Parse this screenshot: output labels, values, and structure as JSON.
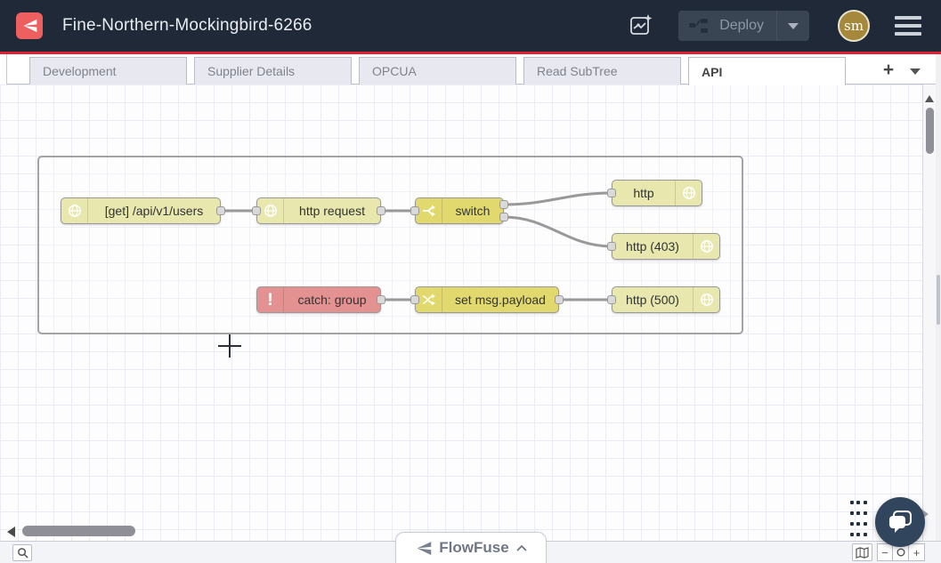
{
  "header": {
    "title": "Fine-Northern-Mockingbird-6266",
    "deploy": {
      "label": "Deploy",
      "enabled": false
    },
    "avatar": {
      "initials": "sm"
    }
  },
  "tabs": {
    "items": [
      {
        "label": "Development",
        "active": false
      },
      {
        "label": "Supplier Details",
        "active": false
      },
      {
        "label": "OPCUA",
        "active": false
      },
      {
        "label": "Read SubTree",
        "active": false
      },
      {
        "label": "API",
        "active": true
      }
    ],
    "add_label": "+"
  },
  "flow": {
    "nodes": [
      {
        "label": "[get] /api/v1/users",
        "type": "http in",
        "color": "#e7e7ae",
        "icon": "globe"
      },
      {
        "label": "http request",
        "type": "http request",
        "color": "#e7e7ae",
        "icon": "globe"
      },
      {
        "label": "switch",
        "type": "switch",
        "color": "#e2d96e",
        "icon": "fork"
      },
      {
        "label": "http",
        "type": "http response",
        "color": "#e7e7ae",
        "icon": "globe"
      },
      {
        "label": "http (403)",
        "type": "http response",
        "color": "#e7e7ae",
        "icon": "globe"
      },
      {
        "label": "catch: group",
        "type": "catch",
        "color": "#e49191",
        "icon": "exclamation"
      },
      {
        "label": "set msg.payload",
        "type": "change",
        "color": "#e2d96e",
        "icon": "shuffle"
      },
      {
        "label": "http (500)",
        "type": "http response",
        "color": "#e7e7ae",
        "icon": "globe"
      }
    ],
    "wires": [
      "[get] /api/v1/users -> http request",
      "http request -> switch",
      "switch:1 -> http",
      "switch:2 -> http (403)",
      "catch: group -> set msg.payload",
      "set msg.payload -> http (500)"
    ]
  },
  "footer": {
    "zoom_out_label": "−",
    "zoom_in_label": "+"
  },
  "branding": {
    "flowfuse_label": "FlowFuse"
  },
  "icons": {
    "logo": "flowfuse-mark",
    "header_ai": "flow-sparkle",
    "menu": "hamburger",
    "catch_glyph": "!",
    "search": "magnifier",
    "map": "navigator-map",
    "chat": "speech-bubbles"
  },
  "colors": {
    "header_bg": "#1f2937",
    "brand_red": "#dc2132",
    "logo_salmon": "#ee5f5f",
    "node_khaki": "#e7e7ae",
    "node_yellow": "#e2d96e",
    "node_red": "#e49191",
    "node_border": "#999999",
    "wire": "#999999",
    "avatar_gold": "#a5883c",
    "chat_bg": "#31465c"
  }
}
